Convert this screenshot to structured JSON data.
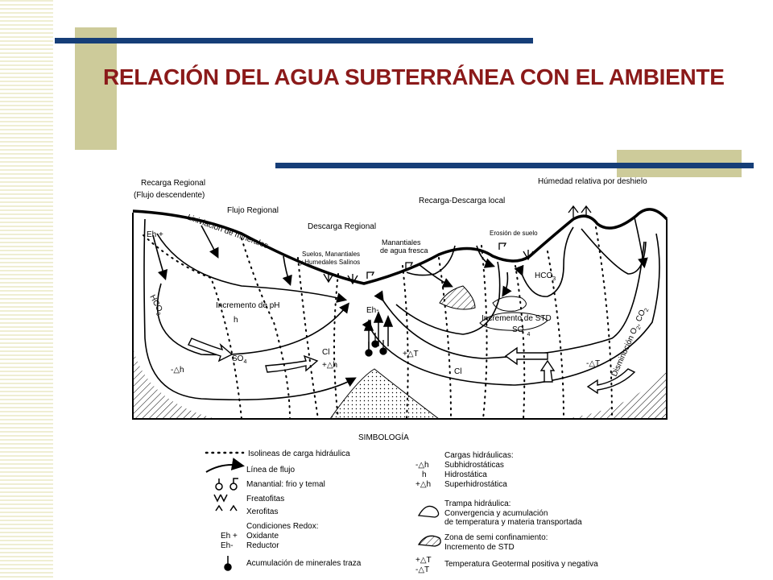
{
  "slide": {
    "title": "RELACIÓN DEL AGUA SUBTERRÁNEA CON EL AMBIENTE",
    "title_color": "#8b1a1a",
    "bar_color": "#163e78",
    "block_color": "#cdcb9a"
  },
  "diagram": {
    "top_labels": {
      "recarga_regional": "Recarga Regional",
      "flujo_descendente": "(Flujo descendente)",
      "humedad": "Húmedad relativa por deshielo",
      "flujo_regional": "Flujo Regional",
      "recarga_descarga_local": "Recarga-Descarga local",
      "descarga_regional": "Descarga Regional"
    },
    "inner_labels": {
      "lixiviacion": "Lixiviación de minerales",
      "eh_plus": "Eh +",
      "suelos_1": "Suelos, Manantiales",
      "suelos_2": "y Humedales Salinos",
      "manantiales_1": "Manantiales",
      "manantiales_2": "de agua fresca",
      "erosion": "Erosión de suelo",
      "hco3_right": "HCO",
      "hco3_right_sub": "3",
      "hco3_left": "HCO",
      "hco3_left_sub": "3",
      "incremento_ph": "Incremento de pH",
      "h": "h",
      "eh_minus": "Eh-",
      "incremento_std": "Incremento de STD",
      "so4_right": "SO",
      "so4_right_sub": "4",
      "so4_left": "SO",
      "so4_left_sub": "4",
      "minus_dh": "-△h",
      "cl_1": "Cl",
      "plus_dh": "+△h",
      "plus_dt": "+△T",
      "cl_2": "Cl",
      "minus_dt": "-△T",
      "disminucion": "Disminución O",
      "disminucion_sub": "2",
      "co2": ", CO",
      "co2_sub": "2"
    },
    "legend": {
      "title": "SIMBOLOGÍA",
      "left": [
        "Isolineas de carga hidráulica",
        "Línea de flujo",
        "Manantial: frio y temal",
        "Freatofitas",
        "Xerofitas",
        "Condiciones Redox:",
        "Oxidante",
        "Reductor",
        "Acumulación de minerales traza"
      ],
      "left_symbols": {
        "eh_plus": "Eh +",
        "eh_minus": "Eh-"
      },
      "right": [
        "Cargas hidráulicas:",
        "Subhidrostáticas",
        "Hidrostática",
        "Superhidrostática",
        "Trampa hidráulica:",
        "Convergencia y acumulación",
        "de temperatura y materia transportada",
        "Zona de semi confinamiento:",
        "Incremento de STD",
        "Temperatura Geotermal positiva y negativa"
      ],
      "right_symbols": {
        "minus_dh": "-△h",
        "h": "h",
        "plus_dh": "+△h",
        "plus_dt": "+△T",
        "minus_dt": "-△T"
      }
    }
  }
}
